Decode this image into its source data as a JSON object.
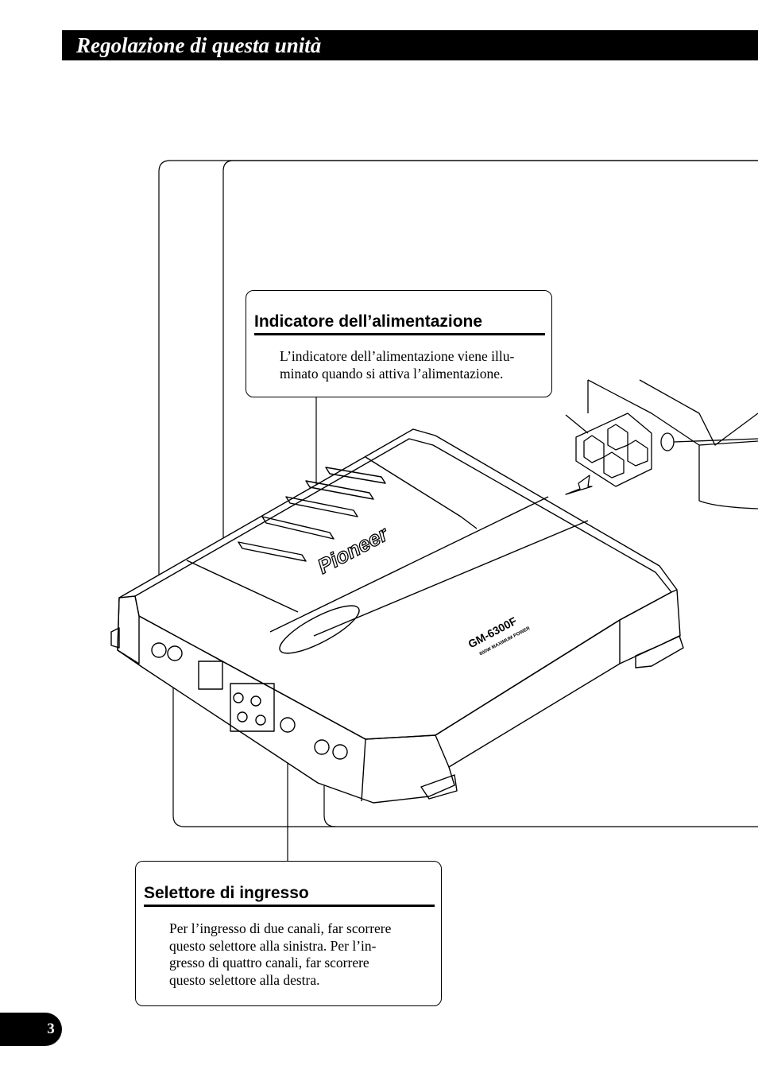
{
  "header": {
    "title": "Regolazione di questa unità"
  },
  "callouts": {
    "power_indicator": {
      "heading": "Indicatore dell’alimentazione",
      "lines": [
        "L’indicatore dell’alimentazione viene illu-",
        "minato quando si attiva l’alimentazione."
      ]
    },
    "input_selector": {
      "heading": "Selettore di ingresso",
      "lines": [
        "Per l’ingresso di due canali, far scorrere",
        "questo selettore alla sinistra. Per l’in-",
        "gresso di quattro canali, far scorrere",
        "questo selettore alla destra."
      ]
    }
  },
  "amplifier": {
    "brand": "Pioneer",
    "model": "GM-6300F",
    "power_rating": "600W MAXIMUM POWER"
  },
  "footer": {
    "page_number": "3"
  }
}
